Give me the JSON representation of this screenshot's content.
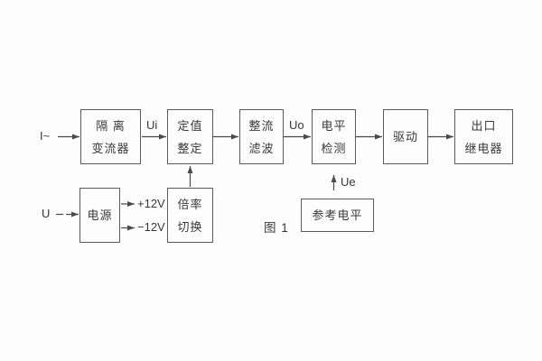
{
  "figure_caption": "图 1",
  "blocks": {
    "isolation": {
      "line1": "隔 离",
      "line2": "变流器"
    },
    "setting": {
      "line1": "定值",
      "line2": "整定"
    },
    "rectify": {
      "line1": "整流",
      "line2": "滤波"
    },
    "level": {
      "line1": "电平",
      "line2": "检测"
    },
    "drive": {
      "label": "驱动"
    },
    "relay": {
      "line1": "出口",
      "line2": "继电器"
    },
    "power": {
      "label": "电源"
    },
    "ratio": {
      "line1": "倍率",
      "line2": "切换"
    },
    "reference": {
      "label": "参考电平"
    }
  },
  "signals": {
    "current_input": "I~",
    "voltage_input": "U",
    "ui": "Ui",
    "uo": "Uo",
    "ue": "Ue",
    "rail_pos": "+12V",
    "rail_neg": "−12V"
  },
  "colors": {
    "line": "#4a4a4a",
    "border": "#5c5c5c",
    "text": "#383838",
    "background": "#fdfdfd"
  }
}
